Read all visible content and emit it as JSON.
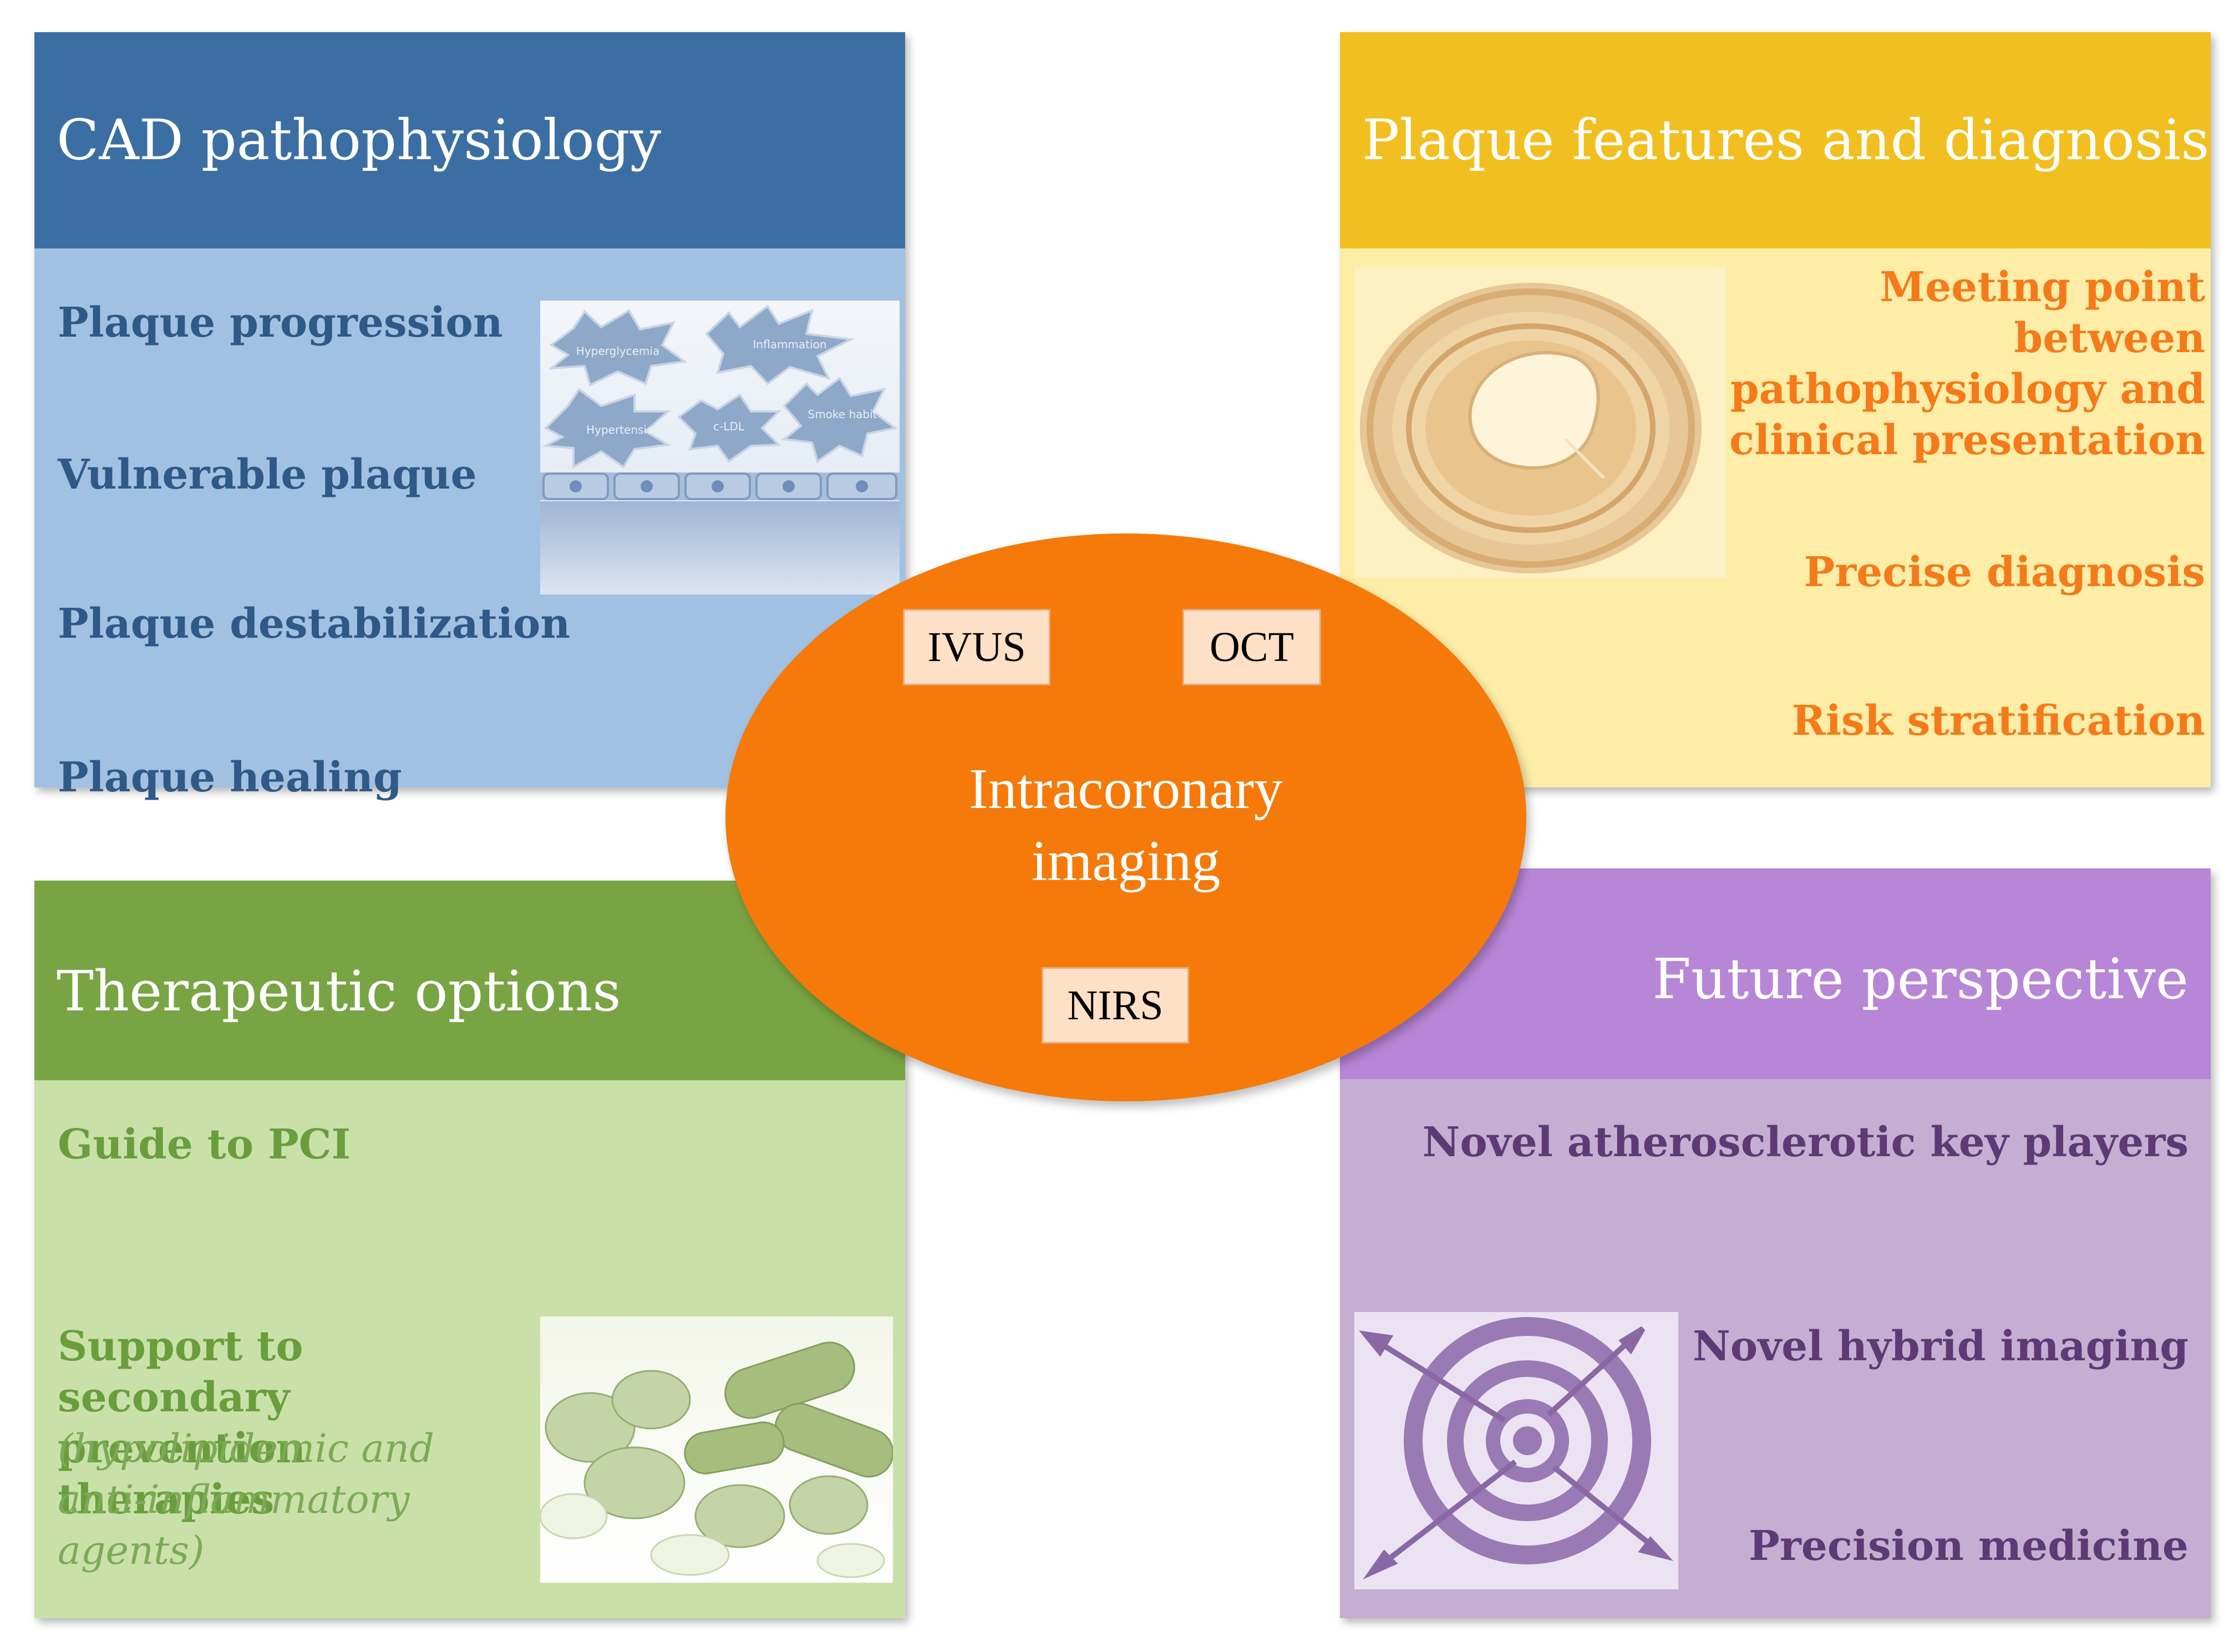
{
  "colors": {
    "blue_head": "#3b6fa3",
    "blue_body": "#a1c1e3",
    "blue_text": "#2f5987",
    "yellow_head": "#f1bf1f",
    "yellow_body": "#fdeda6",
    "orange_text": "#f47a1a",
    "green_head": "#79a443",
    "green_body": "#c9e1a9",
    "green_text": "#6a9e3d",
    "purple_head": "#b886d7",
    "purple_body": "#c5aed2",
    "purple_text": "#5d3a76",
    "center": "#f57a09"
  },
  "cad": {
    "title": "CAD pathophysiology",
    "items": [
      "Plaque progression",
      "Vulnerable plaque",
      "Plaque destabilization",
      "Plaque healing"
    ],
    "figure_labels": [
      "Hyperglycemia",
      "Inflammation",
      "Hypertension",
      "c-LDL",
      "Smoke habit"
    ]
  },
  "plaque": {
    "title": "Plaque features and diagnosis",
    "items": [
      "Meeting point between pathophysiology and clinical presentation",
      "Precise diagnosis",
      "Risk stratification"
    ]
  },
  "therapeutic": {
    "title": "Therapeutic options",
    "item1": "Guide to PCI",
    "item2": "Support to secondary prevention therapies",
    "item2_note": "(hypolipidemic and anti-inflammatory agents)"
  },
  "future": {
    "title": "Future perspective",
    "items": [
      "Novel atherosclerotic key players",
      "Novel hybrid imaging",
      "Precision medicine"
    ]
  },
  "center": {
    "title": "Intracoronary imaging",
    "modalities": [
      "IVUS",
      "OCT",
      "NIRS"
    ]
  },
  "icons": [
    "inflammation-bubbles-figure",
    "vessel-cross-section-figure",
    "pills-figure",
    "target-arrows-icon"
  ]
}
